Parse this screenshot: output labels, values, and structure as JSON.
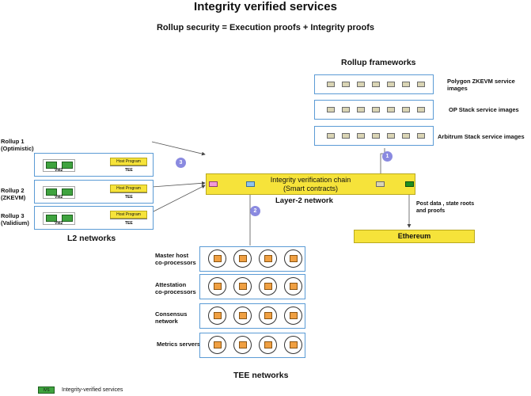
{
  "title": "Integrity verified services",
  "subtitle": "Rollup security = Execution proofs + Integrity proofs",
  "rollup_frameworks": {
    "heading": "Rollup frameworks",
    "rows": [
      {
        "label": "Polygon ZKEVM service images"
      },
      {
        "label": "OP Stack service images"
      },
      {
        "label": "Arbitrum Stack service images"
      }
    ]
  },
  "l2_networks": {
    "heading": "L2 networks",
    "rollups": [
      {
        "label_line1": "Rollup 1",
        "label_line2": "(Optimistic)",
        "vm": "VM2",
        "host": "Host Program",
        "tee": "TEE"
      },
      {
        "label_line1": "Rollup 2",
        "label_line2": "(ZKEVM)",
        "vm": "VM2",
        "host": "Host Program",
        "tee": "TEE"
      },
      {
        "label_line1": "Rollup 3",
        "label_line2": "(Validium)",
        "vm": "VM2",
        "host": "Host Program",
        "tee": "TEE"
      }
    ]
  },
  "chain": {
    "line1": "Integrity verification chain",
    "line2": "(Smart contracts)",
    "caption": "Layer-2 network"
  },
  "ethereum": {
    "label": "Ethereum",
    "arrow_label_line1": "Post data , state roots",
    "arrow_label_line2": "and proofs"
  },
  "steps": [
    "1",
    "2",
    "3"
  ],
  "tee_networks": {
    "heading": "TEE networks",
    "rows": [
      {
        "line1": "Master host",
        "line2": "co-processors"
      },
      {
        "line1": "Attestation",
        "line2": "co-processors"
      },
      {
        "line1": "Consensus",
        "line2": "network"
      },
      {
        "line1": "Metrics servers",
        "line2": ""
      }
    ]
  },
  "legend": {
    "swatch": "IVS",
    "label": "Integrity-verified services"
  },
  "colors": {
    "box_border": "#5b9bd5",
    "chain": "#f6e33a",
    "ivs_green": "#3fa33f",
    "tee_orange": "#f0a042",
    "step_badge": "#8a8ae0"
  }
}
